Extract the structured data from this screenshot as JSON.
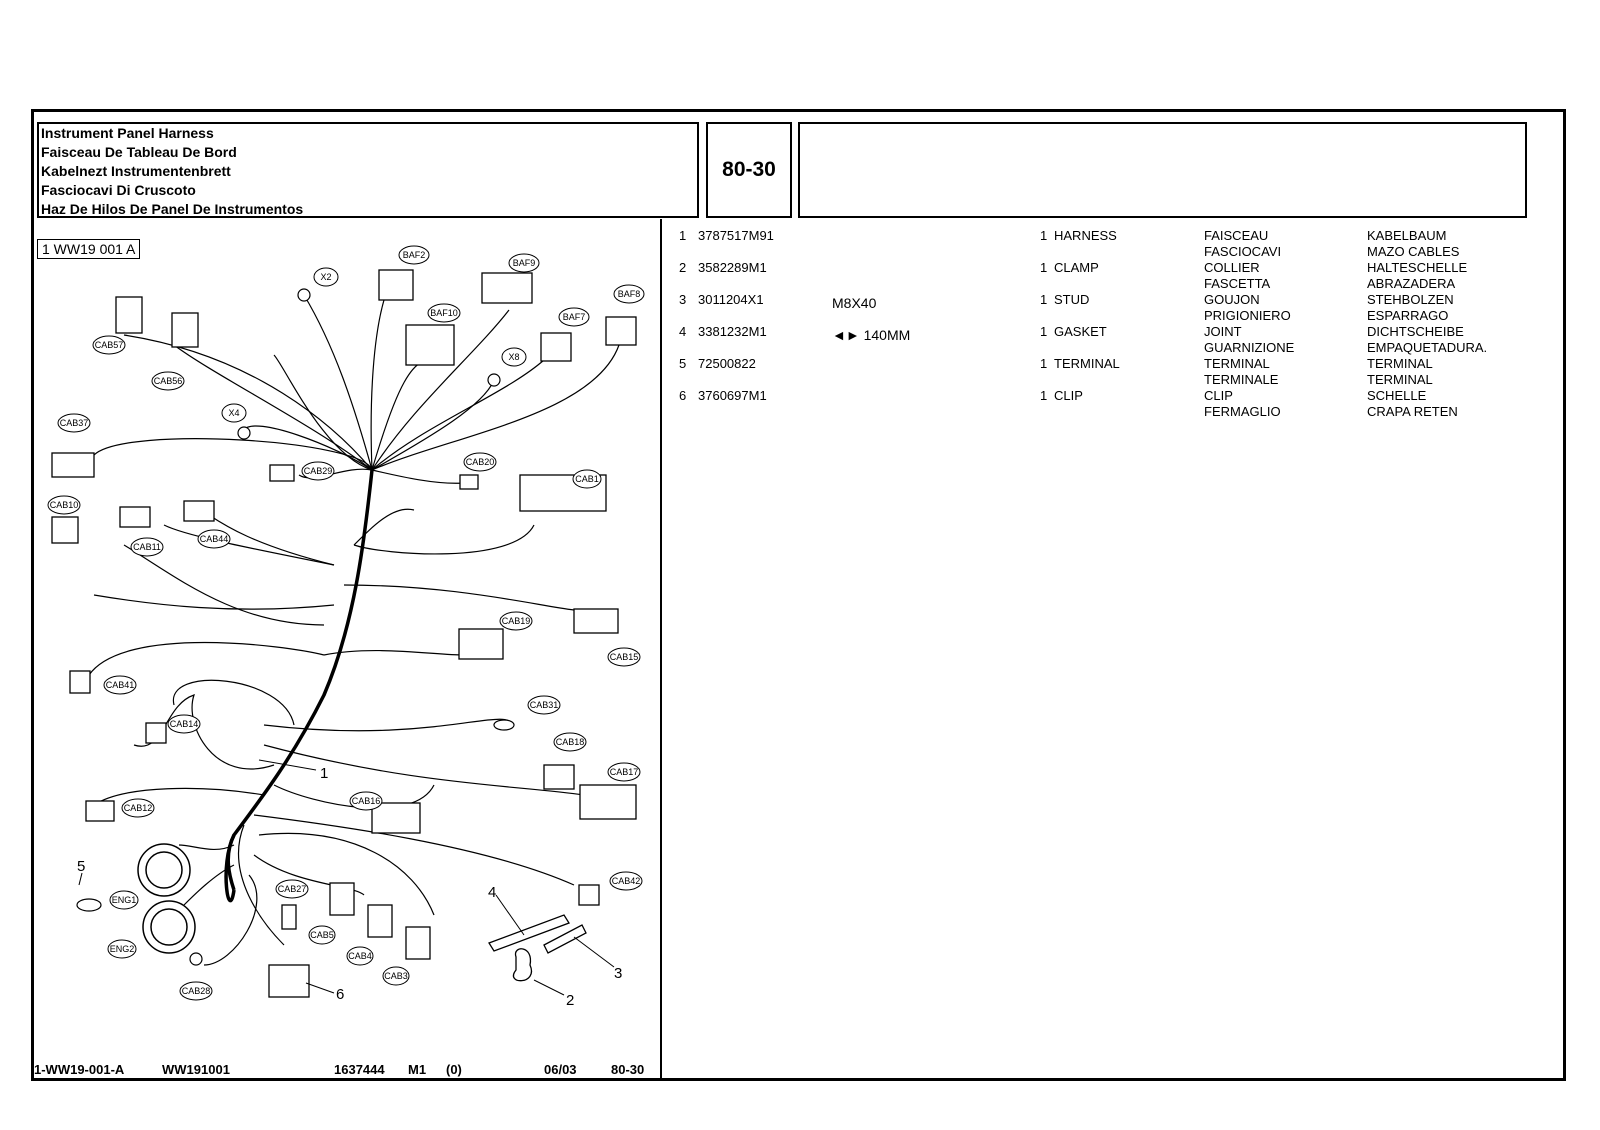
{
  "header": {
    "titles": [
      "Instrument Panel Harness",
      "Faisceau De Tableau De Bord",
      "Kabelnezt Instrumentenbrett",
      "Fasciocavi Di Cruscoto",
      "Haz De Hilos De Panel De Instrumentos"
    ],
    "section_code": "80-30"
  },
  "diagram": {
    "ref_label": "1 WW19 001 A",
    "connector_labels": [
      "X2",
      "BAF2",
      "BAF9",
      "BAF10",
      "BAF7",
      "BAF8",
      "X8",
      "CAB57",
      "CAB56",
      "X4",
      "CAB37",
      "CAB29",
      "CAB20",
      "CAB1",
      "CAB10",
      "CAB11",
      "CAB44",
      "CAB19",
      "CAB15",
      "CAB41",
      "CAB14",
      "CAB31",
      "CAB18",
      "CAB17",
      "CAB12",
      "CAB16",
      "ENG1",
      "ENG2",
      "CAB27",
      "CAB5",
      "CAB4",
      "CAB3",
      "CAB42",
      "CAB28"
    ],
    "callouts": [
      "1",
      "2",
      "3",
      "4",
      "5",
      "6"
    ]
  },
  "parts": [
    {
      "no": "1",
      "part": "3787517M91",
      "spec": "",
      "qty": "1",
      "name": "HARNESS",
      "fr": "FAISCEAU",
      "it": "FASCIOCAVI",
      "de": "KABELBAUM",
      "es": "MAZO CABLES"
    },
    {
      "no": "2",
      "part": "3582289M1",
      "spec": "",
      "qty": "1",
      "name": "CLAMP",
      "fr": "COLLIER",
      "it": "FASCETTA",
      "de": "HALTESCHELLE",
      "es": "ABRAZADERA"
    },
    {
      "no": "3",
      "part": "3011204X1",
      "spec": "M8X40",
      "qty": "1",
      "name": "STUD",
      "fr": "GOUJON",
      "it": "PRIGIONIERO",
      "de": "STEHBOLZEN",
      "es": "ESPARRAGO"
    },
    {
      "no": "4",
      "part": "3381232M1",
      "spec": "◄► 140MM",
      "qty": "1",
      "name": "GASKET",
      "fr": "JOINT",
      "it": "GUARNIZIONE",
      "de": "DICHTSCHEIBE",
      "es": "EMPAQUETADURA."
    },
    {
      "no": "5",
      "part": "72500822",
      "spec": "",
      "qty": "1",
      "name": "TERMINAL",
      "fr": "TERMINAL",
      "it": "TERMINALE",
      "de": "TERMINAL",
      "es": "TERMINAL"
    },
    {
      "no": "6",
      "part": "3760697M1",
      "spec": "",
      "qty": "1",
      "name": "CLIP",
      "fr": "CLIP",
      "it": "FERMAGLIO",
      "de": "SCHELLE",
      "es": "CRAPA RETEN"
    }
  ],
  "footer": {
    "ref": "1-WW19-001-A",
    "code": "WW191001",
    "number": "1637444",
    "model": "M1",
    "rev": "(0)",
    "date": "06/03",
    "section": "80-30"
  }
}
